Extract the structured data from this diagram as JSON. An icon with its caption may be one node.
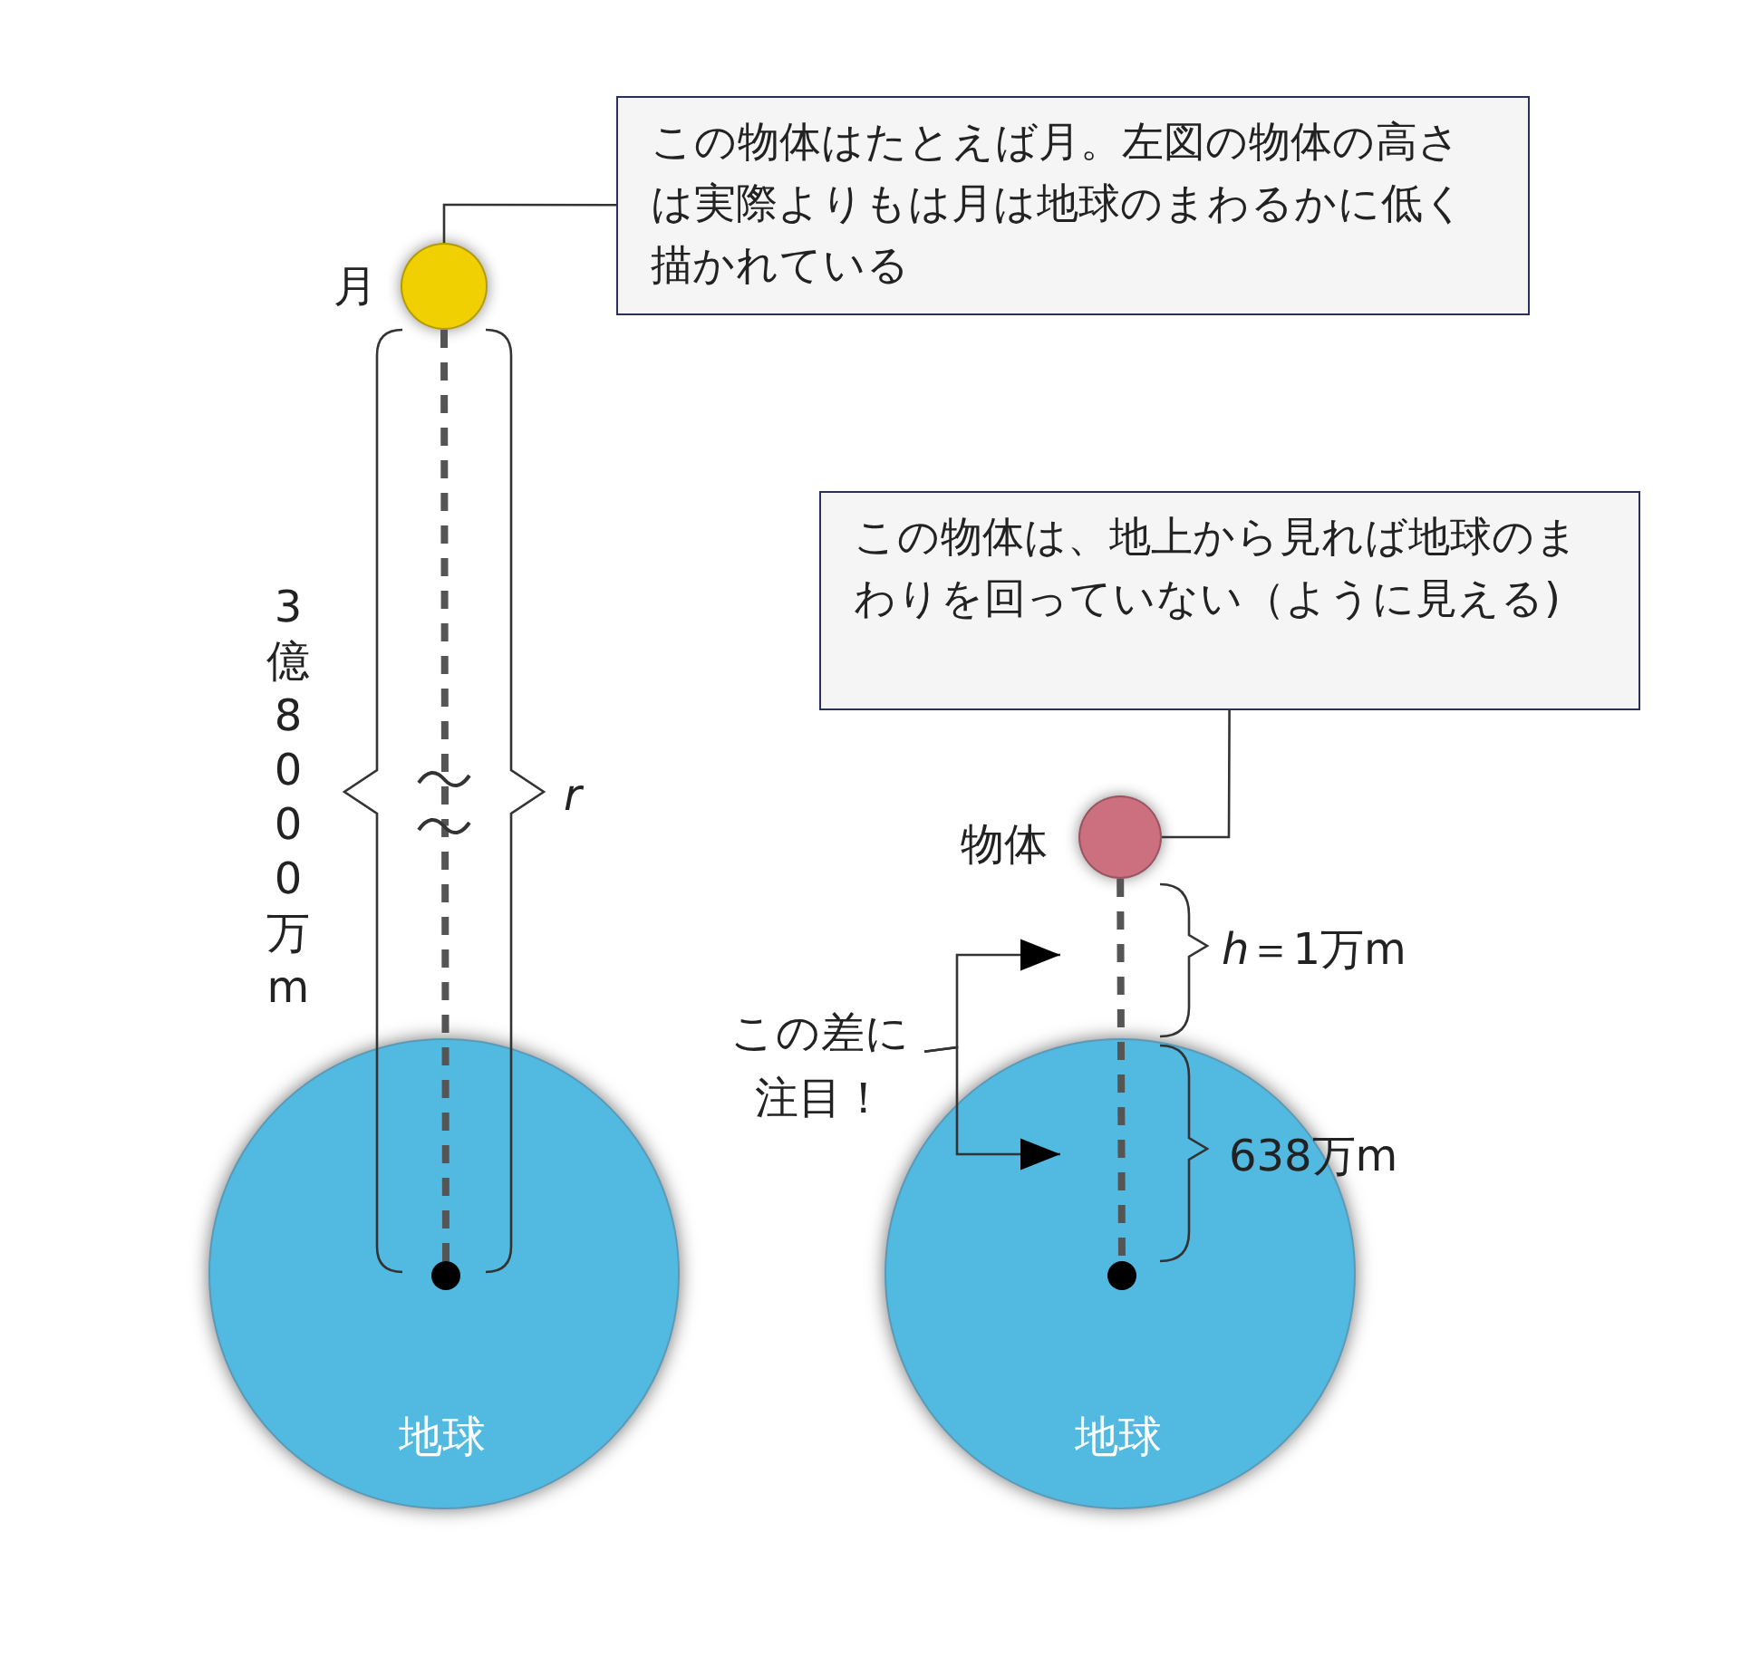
{
  "diagram": {
    "nodes": [
      {
        "text": [
          "この物体はたとえば月。左図の物体の高さは実際よりもは月は地球のまわるかに低く描かれている"
        ]
      },
      {
        "text": [],
        "shape": "circle",
        "beside": [
          "月"
        ]
      },
      {
        "text": [
          "地球"
        ]
      },
      {
        "text": [],
        "shape": "circle",
        "in": 2
      },
      {
        "text": [
          "この物体は、地上から見れば地球のまわりを回っていない（ように見える)"
        ]
      },
      {
        "text": [],
        "shape": "circle",
        "beside": [
          "物体"
        ]
      },
      {
        "text": [
          "地球"
        ]
      },
      {
        "text": [],
        "shape": "circle",
        "in": 6
      },
      {
        "text": [
          "この差に注目！"
        ]
      }
    ],
    "edges": [
      {
        "from": 0,
        "to": 1,
        "arrow": "none"
      },
      {
        "from": 1,
        "to": 3,
        "arrow": "none",
        "style": "dashed"
      },
      {
        "from": 4,
        "to": 5,
        "arrow": "none"
      },
      {
        "from": 5,
        "to": 7,
        "arrow": "none",
        "style": "dashed"
      },
      {
        "from": 8,
        "to": null,
        "arrow": "to"
      },
      {
        "from": 8,
        "to": null,
        "arrow": "to"
      }
    ],
    "labels": [
      "3億8000万m",
      "*r*",
      "*h*＝1万m",
      "638万m"
    ]
  }
}
